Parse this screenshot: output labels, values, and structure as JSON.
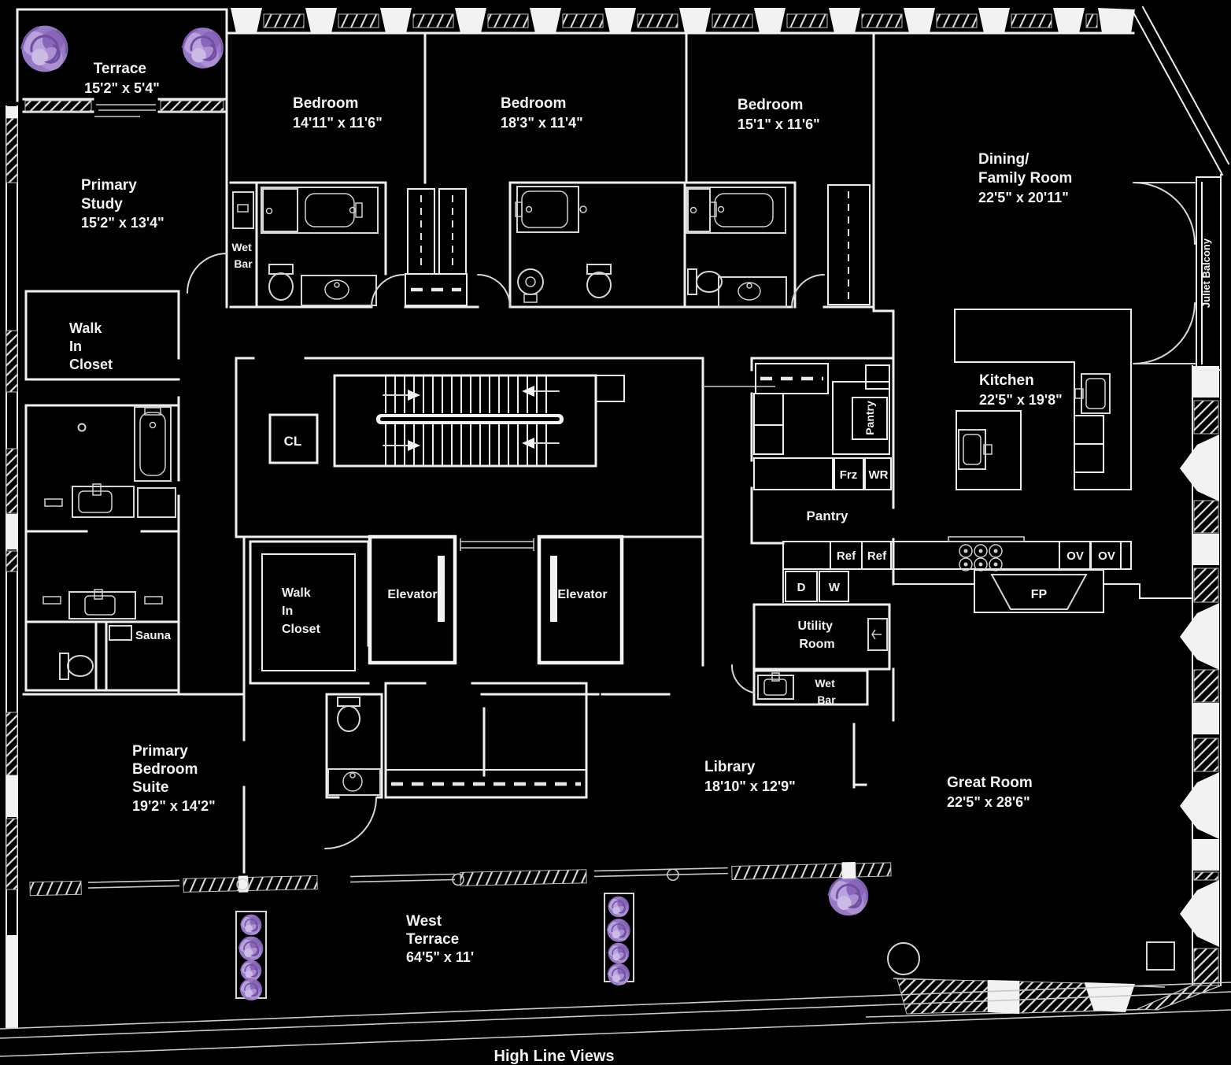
{
  "colors": {
    "background": "#000000",
    "walls": "#f0f0f0",
    "fixtures": "#d6d6d6",
    "flower_base": "#9678c4",
    "flower_light": "#b9a1dc",
    "flower_pale": "#c9bbe4",
    "flower_dark": "#8a66b8",
    "flower_line": "#6e4fa2"
  },
  "rooms": {
    "terrace": {
      "name": "Terrace",
      "dims": "15'2\" x 5'4\""
    },
    "primary_study": {
      "lines": [
        "Primary",
        "Study"
      ],
      "dims": "15'2\" x 13'4\""
    },
    "bedroom_1": {
      "name": "Bedroom",
      "dims": "14'11\" x 11'6\""
    },
    "bedroom_2": {
      "name": "Bedroom",
      "dims": "18'3\" x 11'4\""
    },
    "bedroom_3": {
      "name": "Bedroom",
      "dims": "15'1\" x 11'6\""
    },
    "dining_family": {
      "lines": [
        "Dining/",
        "Family Room"
      ],
      "dims": "22'5\" x 20'11\""
    },
    "kitchen": {
      "name": "Kitchen",
      "dims": "22'5\" x 19'8\""
    },
    "library": {
      "name": "Library",
      "dims": "18'10\" x 12'9\""
    },
    "great_room": {
      "name": "Great Room",
      "dims": "22'5\" x 28'6\""
    },
    "primary_bedroom_suite": {
      "lines": [
        "Primary",
        "Bedroom",
        "Suite"
      ],
      "dims": "19'2\" x 14'2\""
    },
    "west_terrace": {
      "lines": [
        "West",
        "Terrace"
      ],
      "dims": "64'5\" x 11'"
    },
    "walk_in_closet_study": {
      "lines": [
        "Walk",
        "In",
        "Closet"
      ]
    },
    "walk_in_closet_center": {
      "lines": [
        "Walk",
        "In",
        "Closet"
      ]
    },
    "utility_room": {
      "lines": [
        "Utility",
        "Room"
      ]
    },
    "wet_bar_bedroom": {
      "lines": [
        "Wet",
        "Bar"
      ]
    },
    "wet_bar_hall": {
      "lines": [
        "Wet",
        "Bar"
      ]
    },
    "pantry_room": {
      "name": "Pantry"
    },
    "pantry_closet": {
      "name": "Pantry"
    },
    "sauna": {
      "name": "Sauna"
    },
    "elevator": {
      "name": "Elevator"
    },
    "closet_cl": {
      "name": "CL"
    },
    "juliet_balcony": {
      "name": "Juliet Balcony"
    }
  },
  "appliances": {
    "freezer": "Frz",
    "wine_ref": "WR",
    "refrigerator": "Ref",
    "oven": "OV",
    "dryer": "D",
    "washer": "W",
    "fireplace": "FP"
  },
  "captions": {
    "bottom": "High Line Views"
  }
}
